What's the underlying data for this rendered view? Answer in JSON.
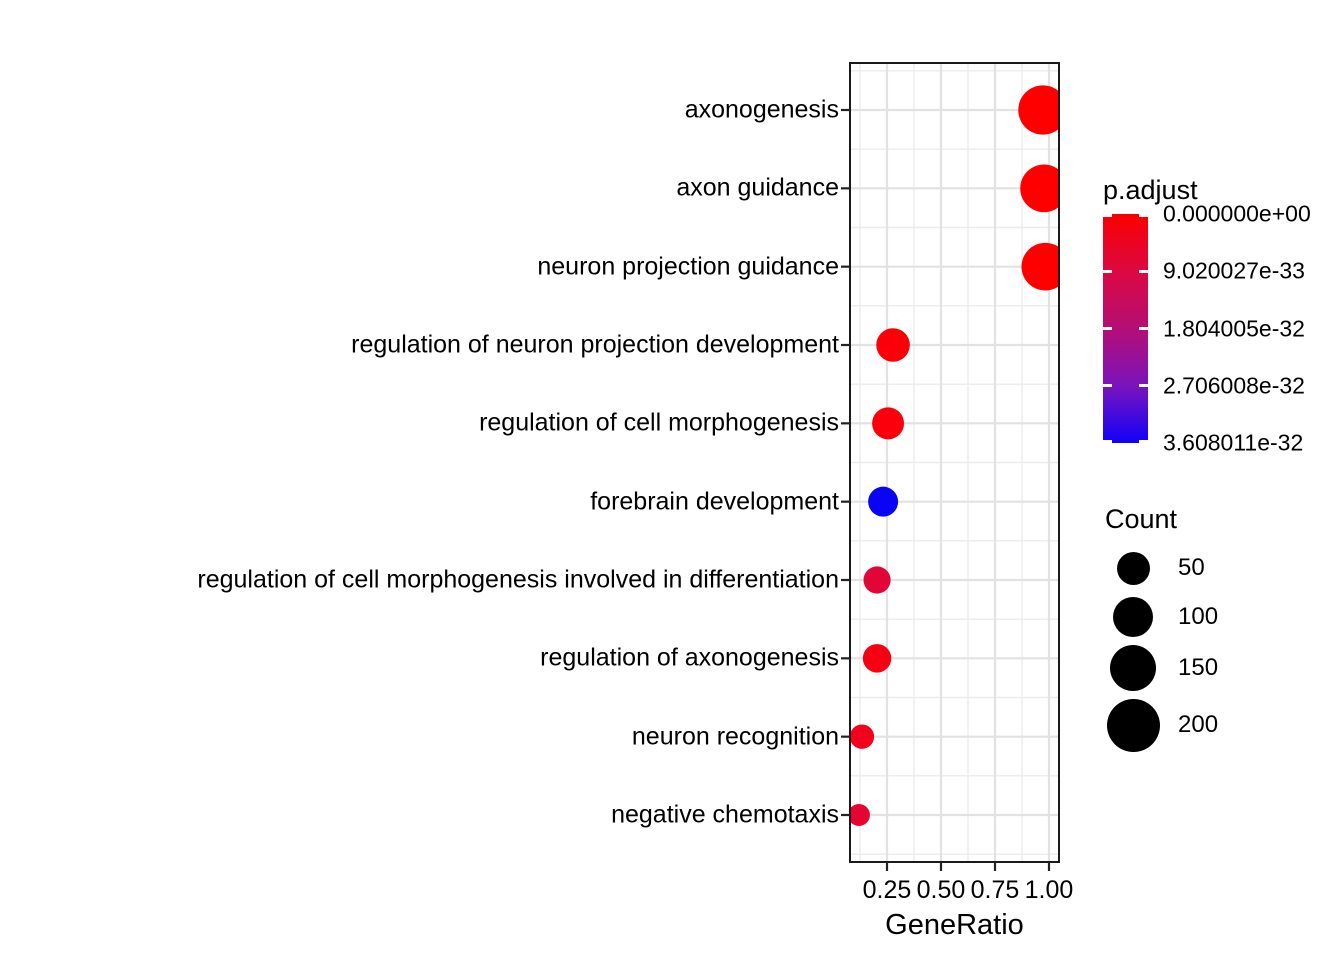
{
  "chart_data": {
    "type": "scatter",
    "subtype": "enrichment-dotplot",
    "title": "",
    "xlabel": "GeneRatio",
    "ylabel": "",
    "x_tick_labels": [
      "0.25",
      "0.50",
      "0.75",
      "1.00"
    ],
    "x_tick_values": [
      0.25,
      0.5,
      0.75,
      1.0
    ],
    "x_minor_values": [
      0.125,
      0.375,
      0.625,
      0.875
    ],
    "x_range": [
      0.079,
      1.046
    ],
    "grid": "on",
    "categories": [
      "axonogenesis",
      "axon guidance",
      "neuron projection guidance",
      "regulation of neuron projection development",
      "regulation of cell morphogenesis",
      "forebrain development",
      "regulation of cell morphogenesis involved in differentiation",
      "regulation of axonogenesis",
      "neuron recognition",
      "negative chemotaxis"
    ],
    "points": [
      {
        "term": "axonogenesis",
        "gene_ratio": 0.972,
        "count": 165,
        "p_adjust": 0,
        "color": "#FE0000"
      },
      {
        "term": "axon guidance",
        "gene_ratio": 0.977,
        "count": 150,
        "p_adjust": 0,
        "color": "#FE0000"
      },
      {
        "term": "neuron projection guidance",
        "gene_ratio": 0.983,
        "count": 150,
        "p_adjust": 0,
        "color": "#FE0000"
      },
      {
        "term": "regulation of neuron projection development",
        "gene_ratio": 0.278,
        "count": 53,
        "p_adjust": 1.5e-33,
        "color": "#FB0008"
      },
      {
        "term": "regulation of cell morphogenesis",
        "gene_ratio": 0.255,
        "count": 45,
        "p_adjust": 2e-33,
        "color": "#FA000C"
      },
      {
        "term": "forebrain development",
        "gene_ratio": 0.232,
        "count": 36,
        "p_adjust": 3.55e-32,
        "color": "#0A04F5"
      },
      {
        "term": "regulation of cell morphogenesis involved in differentiation",
        "gene_ratio": 0.204,
        "count": 25,
        "p_adjust": 8e-33,
        "color": "#E20638"
      },
      {
        "term": "regulation of axonogenesis",
        "gene_ratio": 0.204,
        "count": 30,
        "p_adjust": 2.5e-33,
        "color": "#F80012"
      },
      {
        "term": "neuron recognition",
        "gene_ratio": 0.134,
        "count": 16,
        "p_adjust": 3.5e-33,
        "color": "#F4001C"
      },
      {
        "term": "negative chemotaxis",
        "gene_ratio": 0.12,
        "count": 10,
        "p_adjust": 7e-33,
        "color": "#E70430"
      }
    ],
    "color_legend": {
      "title": "p.adjust",
      "labels": [
        "0.000000e+00",
        "9.020027e-33",
        "1.804005e-32",
        "2.706008e-32",
        "3.608011e-32"
      ],
      "gradient": [
        "#FB0000",
        "#DC0841",
        "#B40E75",
        "#7A14BC",
        "#1002F8"
      ],
      "position": "right"
    },
    "size_legend": {
      "title": "Count",
      "entries": [
        {
          "label": "50",
          "radius": 16.5
        },
        {
          "label": "100",
          "radius": 20
        },
        {
          "label": "150",
          "radius": 23.3
        },
        {
          "label": "200",
          "radius": 26.5
        }
      ],
      "swatch_color": "#000000",
      "position": "right"
    },
    "style": {
      "panel_border": "#1A1A1A",
      "grid_major": "#E2E2E2",
      "grid_minor": "#ECECEC",
      "tick_color": "#222222",
      "background": "#FFFFFF"
    }
  }
}
